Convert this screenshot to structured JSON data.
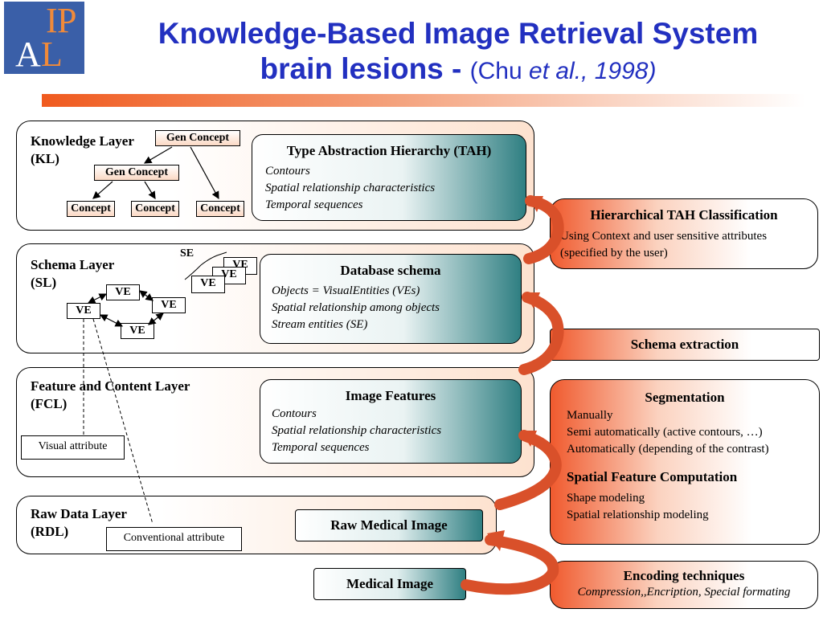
{
  "logo": {
    "letters": [
      "I",
      "P",
      "A",
      "L"
    ]
  },
  "title": {
    "line1": "Knowledge-Based Image Retrieval System",
    "line2_bold": "brain lesions - ",
    "cite_open": "(Chu ",
    "cite_italic": "et al., 1998)"
  },
  "knowledge_layer": {
    "label_line1": "Knowledge Layer",
    "label_line2": "(KL)",
    "gen_concept_top": "Gen Concept",
    "gen_concept_mid": "Gen Concept",
    "concepts": [
      "Concept",
      "Concept",
      "Concept"
    ],
    "tah": {
      "heading": "Type Abstraction Hierarchy (TAH)",
      "items": [
        "Contours",
        "Spatial relationship characteristics",
        "Temporal sequences"
      ]
    }
  },
  "schema_layer": {
    "label_line1": "Schema Layer",
    "label_line2": "(SL)",
    "se_label": "SE",
    "ve_label": "VE",
    "db_schema": {
      "heading": "Database schema",
      "items": [
        "Objects = VisualEntities (VEs)",
        "Spatial relationship among objects",
        "Stream entities (SE)"
      ]
    }
  },
  "feature_layer": {
    "label_line1": "Feature and Content Layer",
    "label_line2": "(FCL)",
    "visual_attribute": "Visual attribute",
    "image_features": {
      "heading": "Image Features",
      "items": [
        "Contours",
        "Spatial relationship characteristics",
        "Temporal sequences"
      ]
    }
  },
  "raw_layer": {
    "label_line1": "Raw Data Layer",
    "label_line2": "(RDL)",
    "conventional_attribute": "Conventional attribute",
    "raw_medical_image": "Raw Medical Image"
  },
  "medical_image": "Medical Image",
  "right_boxes": {
    "hierarchical": {
      "heading": "Hierarchical TAH Classification",
      "items": [
        "Using Context and user sensitive attributes",
        "(specified by the user)"
      ]
    },
    "schema_extraction": {
      "heading": "Schema extraction"
    },
    "segmentation": {
      "heading": "Segmentation",
      "items": [
        "Manually",
        "Semi automatically (active contours, …)",
        "Automatically (depending of the contrast)"
      ],
      "heading2": "Spatial Feature Computation",
      "items2": [
        "Shape modeling",
        "Spatial relationship modeling"
      ]
    },
    "encoding": {
      "heading": "Encoding techniques",
      "items": [
        "Compression,,Encription, Special formating"
      ]
    }
  },
  "colors": {
    "title_blue": "#2230c0",
    "logo_blue": "#3a5fa8",
    "logo_orange": "#f08a3a",
    "orange_accent": "#f05a2e",
    "teal_accent": "#2f7f82"
  }
}
